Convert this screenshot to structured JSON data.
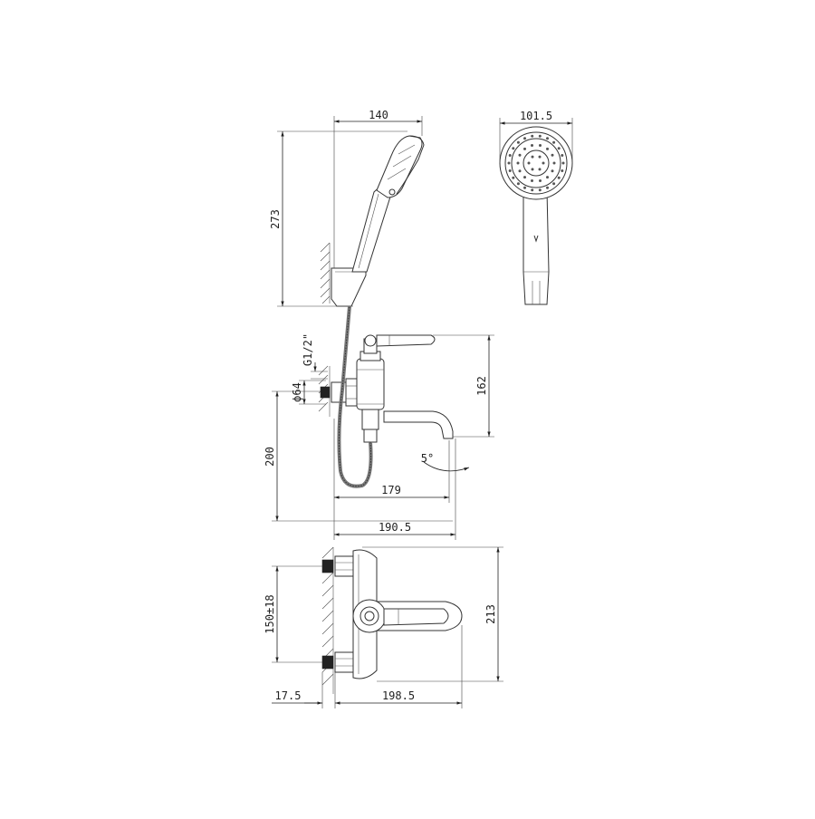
{
  "dimensions": {
    "width_140": "140",
    "height_273": "273",
    "head_width": "101.5",
    "thread": "G1/2\"",
    "diameter": "ϕ64",
    "height_162": "162",
    "height_200": "200",
    "angle": "5°",
    "length_179": "179",
    "length_190": "190.5",
    "spacing": "150±18",
    "depth_213": "213",
    "offset": "17.5",
    "length_198": "198.5"
  },
  "colors": {
    "line": "#222222",
    "background": "#ffffff"
  }
}
